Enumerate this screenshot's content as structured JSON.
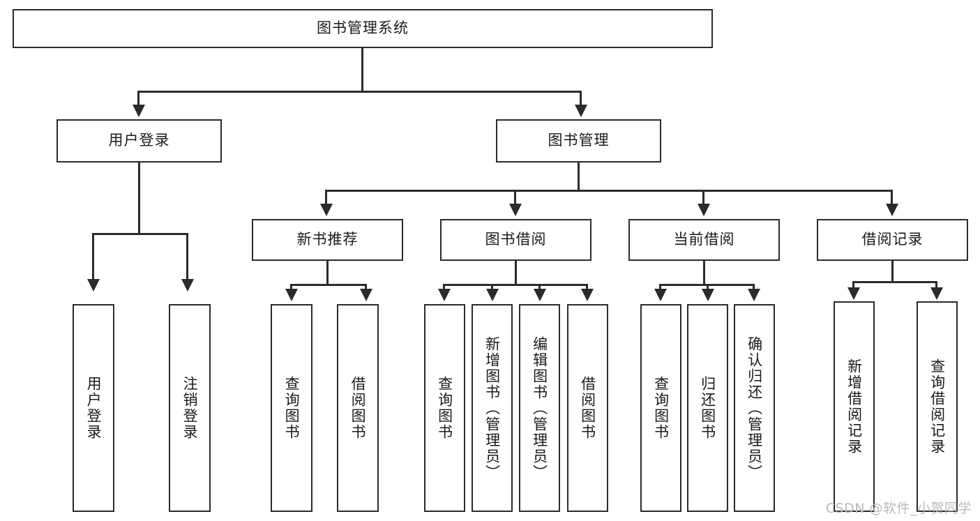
{
  "diagram": {
    "type": "tree-hierarchy",
    "title": "图书管理系统",
    "watermark": "CSDN @软件_小贺同学",
    "root": {
      "id": "root",
      "label": "图书管理系统"
    },
    "level2": [
      {
        "id": "user-login",
        "label": "用户登录"
      },
      {
        "id": "book-manage",
        "label": "图书管理"
      }
    ],
    "level3": [
      {
        "id": "new-book-recommend",
        "label": "新书推荐",
        "parent": "book-manage"
      },
      {
        "id": "book-borrow",
        "label": "图书借阅",
        "parent": "book-manage"
      },
      {
        "id": "current-borrow",
        "label": "当前借阅",
        "parent": "book-manage"
      },
      {
        "id": "borrow-record",
        "label": "借阅记录",
        "parent": "book-manage"
      }
    ],
    "leaves": [
      {
        "id": "leaf-user-login",
        "label": "用户登录",
        "parent": "user-login"
      },
      {
        "id": "leaf-user-logout",
        "label": "注销登录",
        "parent": "user-login"
      },
      {
        "id": "leaf-query-book-1",
        "label": "查询图书",
        "parent": "new-book-recommend"
      },
      {
        "id": "leaf-borrow-book-1",
        "label": "借阅图书",
        "parent": "new-book-recommend"
      },
      {
        "id": "leaf-query-book-2",
        "label": "查询图书",
        "parent": "book-borrow"
      },
      {
        "id": "leaf-add-book",
        "label": "新增图书（管理员）",
        "parent": "book-borrow"
      },
      {
        "id": "leaf-edit-book",
        "label": "编辑图书（管理员）",
        "parent": "book-borrow"
      },
      {
        "id": "leaf-borrow-book-2",
        "label": "借阅图书",
        "parent": "book-borrow"
      },
      {
        "id": "leaf-query-book-3",
        "label": "查询图书",
        "parent": "current-borrow"
      },
      {
        "id": "leaf-return-book",
        "label": "归还图书",
        "parent": "current-borrow"
      },
      {
        "id": "leaf-confirm-return",
        "label": "确认归还（管理员）",
        "parent": "current-borrow"
      },
      {
        "id": "leaf-add-record",
        "label": "新增借阅记录",
        "parent": "borrow-record"
      },
      {
        "id": "leaf-query-record",
        "label": "查询借阅记录",
        "parent": "borrow-record"
      }
    ],
    "colors": {
      "stroke": "#2b2b2b",
      "fill": "#ffffff",
      "text": "#1a1a1a",
      "watermark": "#b9b9b9"
    }
  }
}
